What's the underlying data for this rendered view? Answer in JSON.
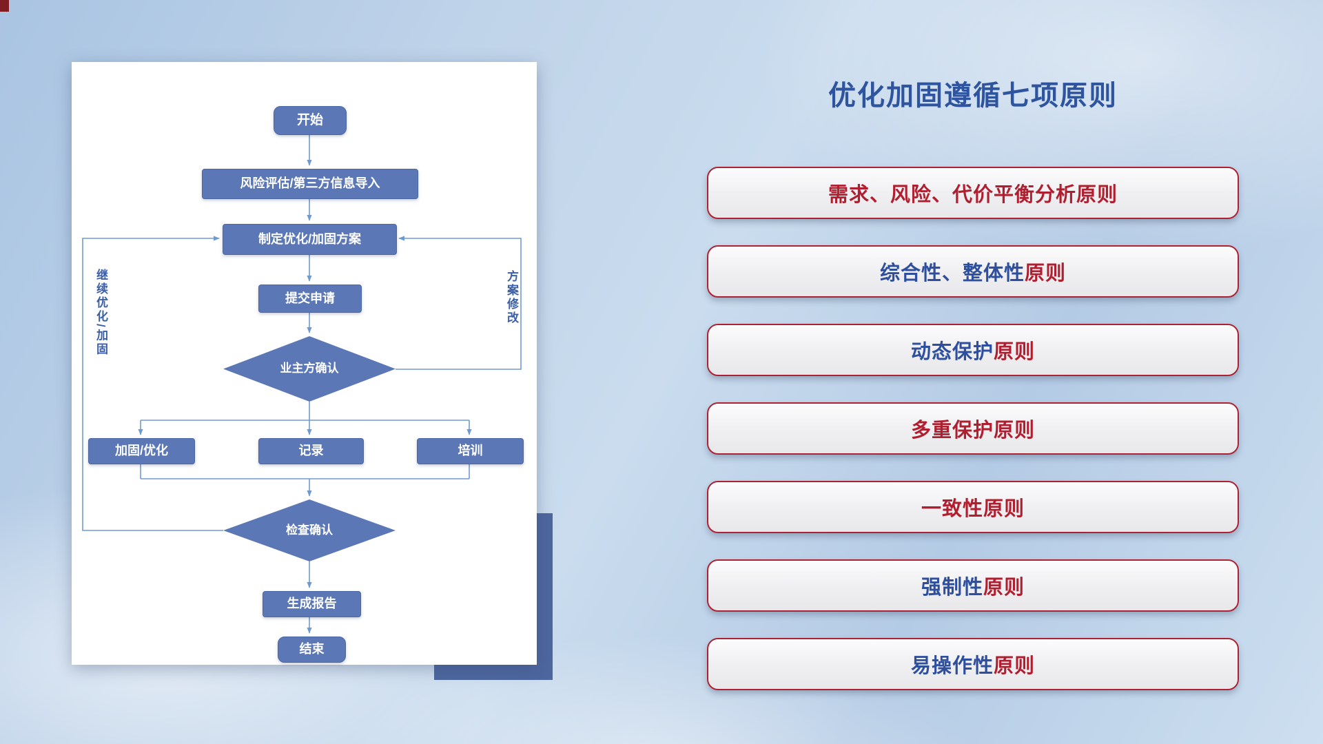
{
  "page": {
    "corner_mark_color": "#7f1d22"
  },
  "flowchart": {
    "nodes": {
      "start": "开始",
      "risk_import": "风险评估/第三方信息导入",
      "plan": "制定优化/加固方案",
      "submit": "提交申请",
      "owner_confirm": "业主方确认",
      "harden": "加固/优化",
      "record": "记录",
      "training": "培训",
      "check_confirm": "检查确认",
      "report": "生成报告",
      "end": "结束"
    },
    "loop_labels": {
      "left": "继续优化/加固",
      "right": "方案修改"
    },
    "colors": {
      "node_fill": "#5b77b6",
      "connector": "#6f9ad0"
    }
  },
  "principles": {
    "title": "优化加固遵循七项原则",
    "title_color": "#2e54a0",
    "border_color": "#ac2232",
    "items": [
      {
        "segments": [
          {
            "text": "需求、风险、代价平衡分析原则",
            "color": "#b01f2f"
          }
        ]
      },
      {
        "segments": [
          {
            "text": "综合性、整体性",
            "color": "#2e4f9e"
          },
          {
            "text": "原则",
            "color": "#b01f2f"
          }
        ]
      },
      {
        "segments": [
          {
            "text": "动态保护",
            "color": "#2e4f9e"
          },
          {
            "text": "原则",
            "color": "#b01f2f"
          }
        ]
      },
      {
        "segments": [
          {
            "text": "多重保护原则",
            "color": "#b01f2f"
          }
        ]
      },
      {
        "segments": [
          {
            "text": "一致性原则",
            "color": "#b01f2f"
          }
        ]
      },
      {
        "segments": [
          {
            "text": "强制性",
            "color": "#2e4f9e"
          },
          {
            "text": "原则",
            "color": "#b01f2f"
          }
        ]
      },
      {
        "segments": [
          {
            "text": "易操作性",
            "color": "#2e4f9e"
          },
          {
            "text": "原则",
            "color": "#b01f2f"
          }
        ]
      }
    ]
  }
}
